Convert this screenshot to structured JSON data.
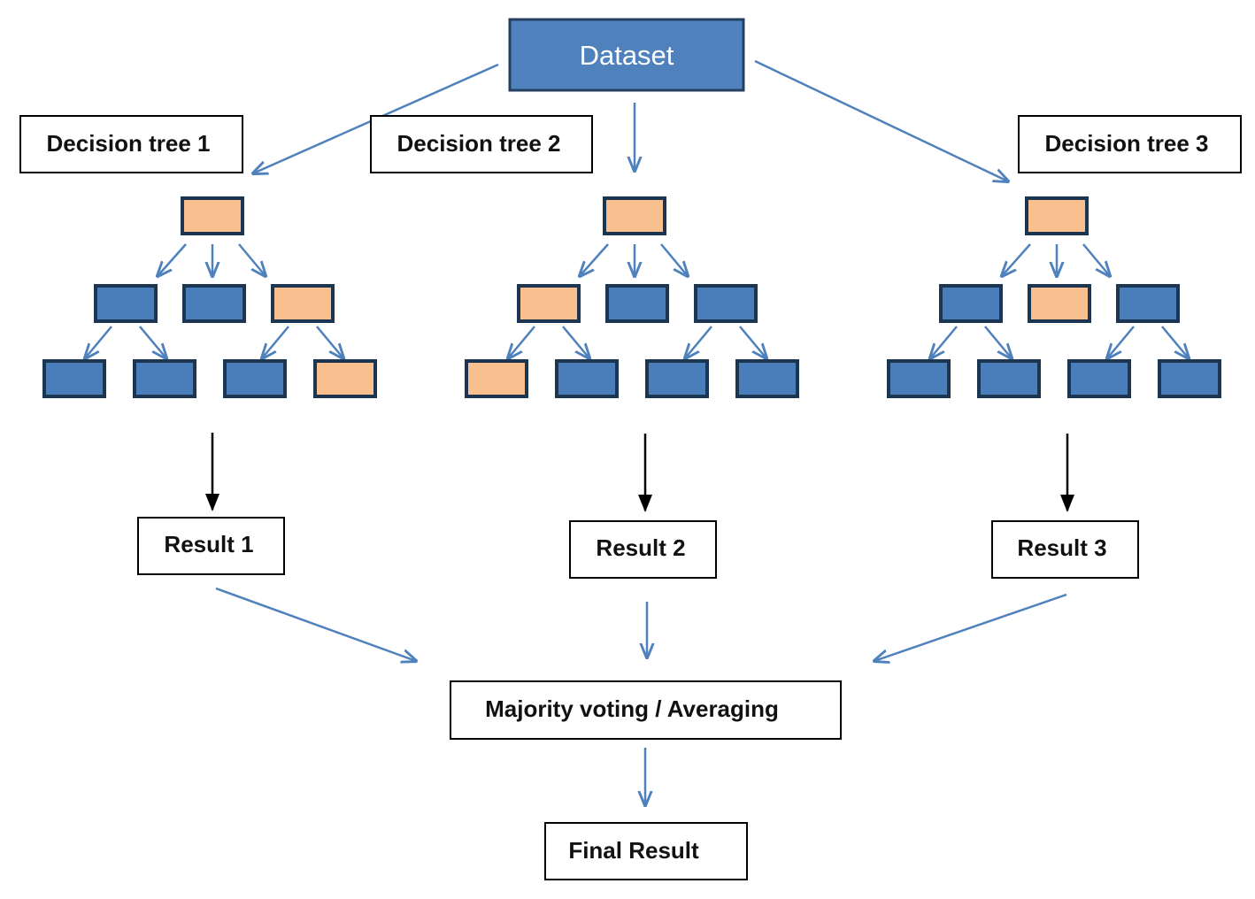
{
  "dataset": {
    "label": "Dataset"
  },
  "trees": [
    {
      "label": "Decision tree 1",
      "result": "Result 1",
      "highlighted_nodes": [
        "root",
        "l1-3",
        "l2-4"
      ]
    },
    {
      "label": "Decision tree 2",
      "result": "Result 2",
      "highlighted_nodes": [
        "root",
        "l1-1",
        "l2-1"
      ]
    },
    {
      "label": "Decision tree 3",
      "result": "Result 3",
      "highlighted_nodes": [
        "root",
        "l1-2"
      ]
    }
  ],
  "aggregation": {
    "label": "Majority voting / Averaging"
  },
  "final": {
    "label": "Final Result"
  },
  "colors": {
    "node_fill": "#4a7ebb",
    "node_border": "#1c3551",
    "highlight_fill": "#f9bf8f",
    "arrow_blue": "#4f81bd",
    "arrow_black": "#000000",
    "dataset_fill": "#4f81bd",
    "dataset_border": "#243f60"
  }
}
